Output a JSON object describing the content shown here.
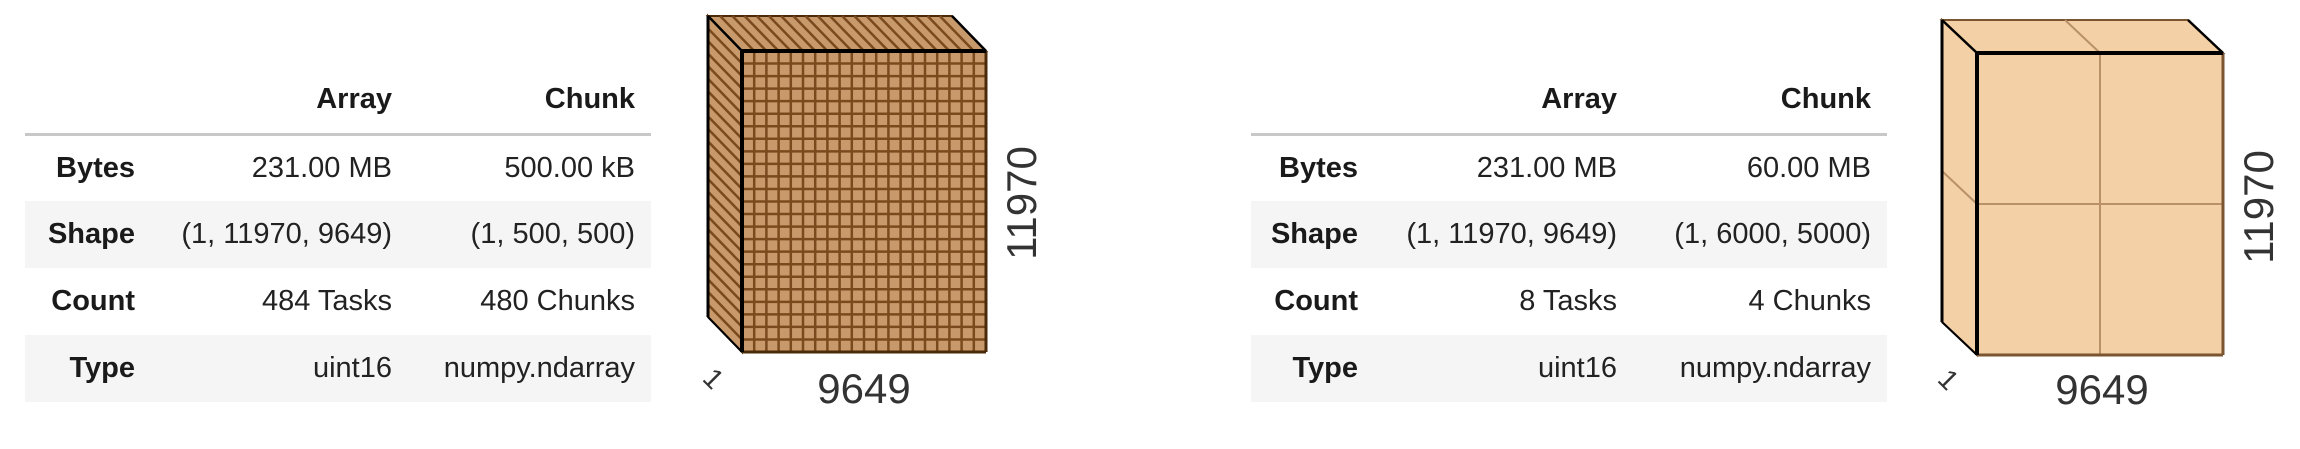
{
  "panels": [
    {
      "table": {
        "columns": [
          "",
          "Array",
          "Chunk"
        ],
        "rows": [
          {
            "label": "Bytes",
            "array": "231.00 MB",
            "chunk": "500.00 kB"
          },
          {
            "label": "Shape",
            "array": "(1, 11970, 9649)",
            "chunk": "(1, 500, 500)"
          },
          {
            "label": "Count",
            "array": "484 Tasks",
            "chunk": "480 Chunks"
          },
          {
            "label": "Type",
            "array": "uint16",
            "chunk": "numpy.ndarray"
          }
        ]
      },
      "cube": {
        "depth_label": "1",
        "width_label": "9649",
        "height_label": "11970",
        "chunk_cols": 20,
        "chunk_rows": 24,
        "fill_color": "#c89a6b",
        "line_color": "#7a4a1e",
        "edge_color": "#4a2a08"
      }
    },
    {
      "table": {
        "columns": [
          "",
          "Array",
          "Chunk"
        ],
        "rows": [
          {
            "label": "Bytes",
            "array": "231.00 MB",
            "chunk": "60.00 MB"
          },
          {
            "label": "Shape",
            "array": "(1, 11970, 9649)",
            "chunk": "(1, 6000, 5000)"
          },
          {
            "label": "Count",
            "array": "8 Tasks",
            "chunk": "4 Chunks"
          },
          {
            "label": "Type",
            "array": "uint16",
            "chunk": "numpy.ndarray"
          }
        ]
      },
      "cube": {
        "depth_label": "1",
        "width_label": "9649",
        "height_label": "11970",
        "chunk_cols": 2,
        "chunk_rows": 2,
        "fill_color": "#f4d0a6",
        "line_color": "#b8906a",
        "edge_color": "#7a5530"
      }
    }
  ]
}
